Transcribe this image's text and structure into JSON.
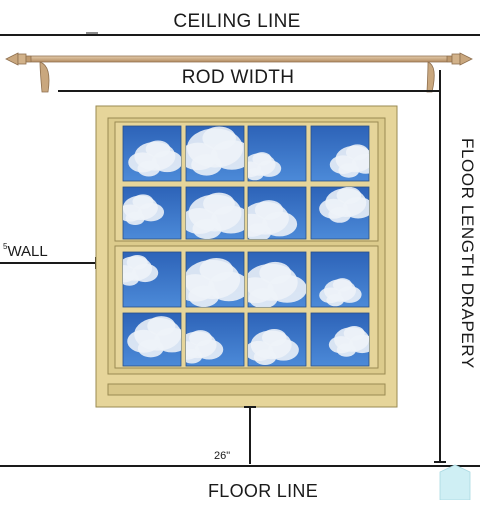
{
  "labels": {
    "ceiling_line": "CEILING LINE",
    "rod_width": "ROD WIDTH",
    "floor_length_drapery": "FLOOR LENGTH DRAPERY",
    "wall_prefix": "5",
    "wall": "WALL",
    "sill_to_floor": "26\"",
    "floor_line": "FLOOR LINE"
  },
  "window": {
    "pane_rows": 4,
    "pane_columns": 4
  },
  "colors": {
    "window_frame": "#e6d59a",
    "frame_outline": "#9a8a52",
    "rod": "#c9a77e",
    "sky": "#2f6dc4",
    "cloud": "#eef3f8",
    "lines": "#1a1a1a",
    "corner_accent": "#cfeff4"
  },
  "icons": {
    "rod_finial_left": "finial-icon",
    "rod_finial_right": "finial-icon"
  }
}
